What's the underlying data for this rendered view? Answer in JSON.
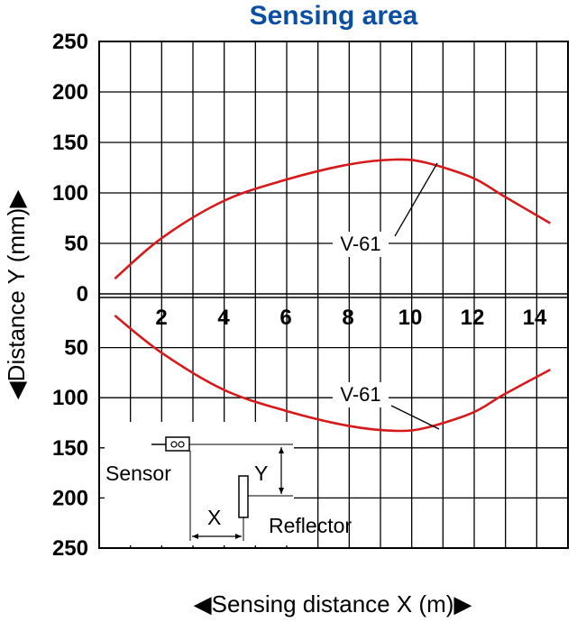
{
  "chart_data": {
    "type": "line",
    "title": "Sensing area",
    "xlabel": "◀Sensing distance X (m)▶",
    "ylabel": "◀Distance Y (mm)▶",
    "x_ticks": [
      "2",
      "4",
      "6",
      "8",
      "10",
      "12",
      "14"
    ],
    "y_ticks_upper": [
      "250",
      "200",
      "150",
      "100",
      "50",
      "0"
    ],
    "y_ticks_lower": [
      "50",
      "100",
      "150",
      "200",
      "250"
    ],
    "xlim": [
      0,
      15
    ],
    "ylim": [
      -250,
      250
    ],
    "grid": true,
    "series": [
      {
        "name": "V-61",
        "x": [
          0.5,
          2,
          4,
          6,
          8,
          9.5,
          10.5,
          12,
          13,
          14.5
        ],
        "y": [
          15,
          55,
          92,
          113,
          128,
          133,
          130,
          115,
          97,
          70
        ]
      },
      {
        "name": "V-61",
        "x": [
          0.5,
          2,
          4,
          6,
          8,
          9.5,
          10.5,
          12,
          13,
          14.5
        ],
        "y": [
          -18,
          -55,
          -92,
          -113,
          -128,
          -133,
          -130,
          -115,
          -97,
          -72
        ]
      }
    ],
    "colors": {
      "series": "#d7191c",
      "title": "#0b4ea2"
    }
  },
  "inset": {
    "sensor_label": "Sensor",
    "reflector_label": "Reflector",
    "x_label": "X",
    "y_label": "Y"
  }
}
